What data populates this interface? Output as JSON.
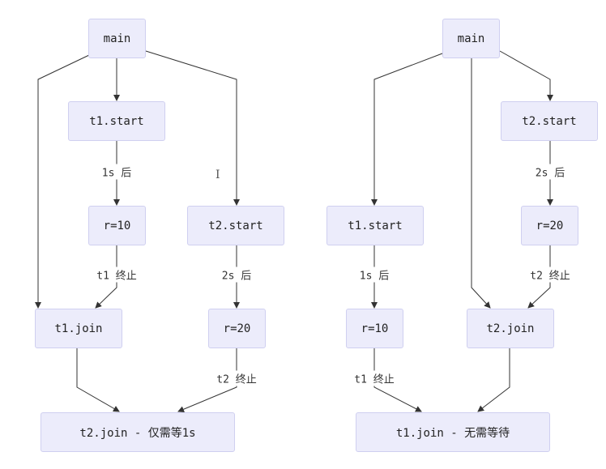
{
  "left": {
    "main": "main",
    "t1_start": "t1.start",
    "t2_start": "t2.start",
    "r10": "r=10",
    "r20": "r=20",
    "t1_join": "t1.join",
    "t2_join": "t2.join - 仅需等1s",
    "label_1s": "1s 后",
    "label_2s": "2s 后",
    "label_t1_end": "t1 终止",
    "label_t2_end": "t2 终止"
  },
  "right": {
    "main": "main",
    "t2_start": "t2.start",
    "t1_start": "t1.start",
    "r20": "r=20",
    "r10": "r=10",
    "t2_join": "t2.join",
    "t1_join": "t1.join - 无需等待",
    "label_2s": "2s 后",
    "label_1s": "1s 后",
    "label_t2_end": "t2 终止",
    "label_t1_end": "t1 终止"
  },
  "colors": {
    "node_fill": "#ececfb",
    "node_border": "#cfcff0",
    "edge": "#333333"
  }
}
